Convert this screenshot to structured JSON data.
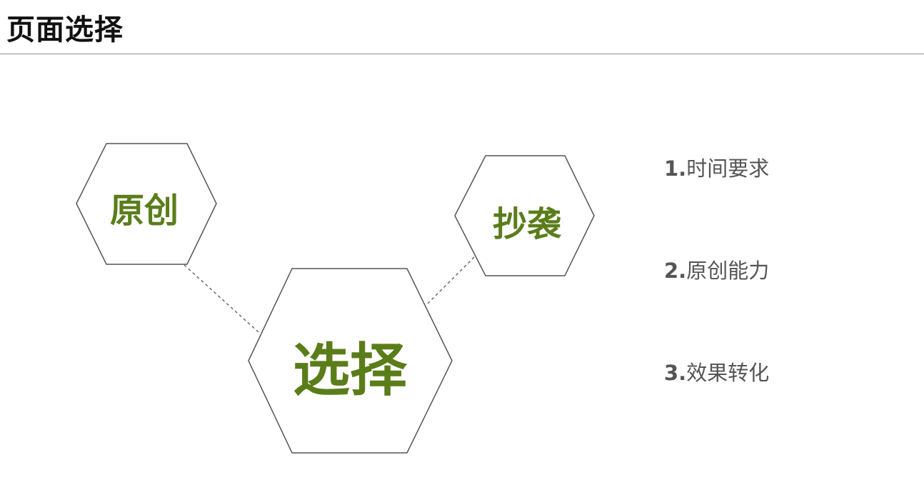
{
  "title": "页面选择",
  "hexagons": {
    "original": "原创",
    "copy": "抄袭",
    "choose": "选择"
  },
  "points": [
    {
      "num": "1.",
      "text": "时间要求"
    },
    {
      "num": "2.",
      "text": "原创能力"
    },
    {
      "num": "3.",
      "text": "效果转化"
    }
  ],
  "colors": {
    "label_green": "#5a7d1a",
    "point_gray": "#555555",
    "hex_stroke": "#555555"
  }
}
